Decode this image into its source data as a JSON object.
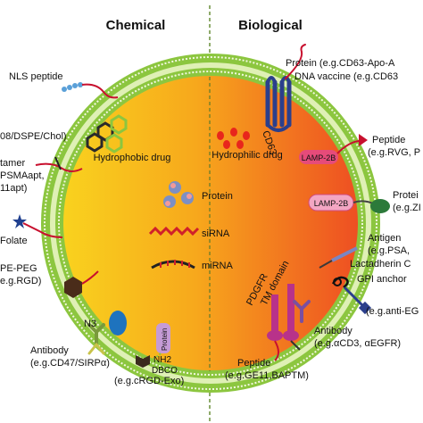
{
  "headers": {
    "left": "Chemical",
    "right": "Biological"
  },
  "inside": {
    "hydrophobic": "Hydrophobic drug",
    "hydrophilic": "Hydrophilic drug",
    "protein": "Protein",
    "sirna": "siRNA",
    "mirna": "miRNA",
    "cd63": "CD63",
    "lamp_top": "LAMP-2B",
    "lamp_right": "LAMP-2B",
    "pdgfr": "PDGFR",
    "tm_domain": "TM domain",
    "protein_bar": "Protein"
  },
  "labels": {
    "nls": "NLS peptide",
    "dspe_chol": "08/DSPE/Chol)",
    "aptamer_1": "tamer",
    "aptamer_2": "PSMAapt,",
    "aptamer_3": "11apt)",
    "folate": "Folate",
    "peg_1": "PE-PEG",
    "peg_2": "e.g.RGD)",
    "n3": "N3",
    "antibody_left_1": "Antibody",
    "antibody_left_2": "(e.g.CD47/SIRPα)",
    "nh2": "NH2",
    "dbco": "DBCO",
    "crgd": "(e.g.cRGD-Exo)",
    "protein_top_1": "Protein (e.g.CD63-Apo-A",
    "protein_top_2": "DNA vaccine (e.g.CD63",
    "peptide_rvg_1": "Peptide",
    "peptide_rvg_2": "(e.g.RVG, P",
    "protein_zi": "Protei",
    "protein_zi_2": "(e.g.ZI",
    "antigen_1": "Antigen",
    "antigen_2": "(e.g.PSA,",
    "lactadherin": "Lactadherin C",
    "gpi": "GPI anchor",
    "anti_eg": "(e.g.anti-EG",
    "antibody_right_1": "Antibody",
    "antibody_right_2": "(e.g.αCD3, αEGFR)",
    "peptide_ge11_1": "Peptide",
    "peptide_ge11_2": "(e.g.GE11,BAPTM)"
  },
  "colors": {
    "membrane_green": "#8cc63f",
    "core_left": "#f7c31a",
    "core_right": "#ef5a24",
    "red_chain": "#c8102e"
  }
}
